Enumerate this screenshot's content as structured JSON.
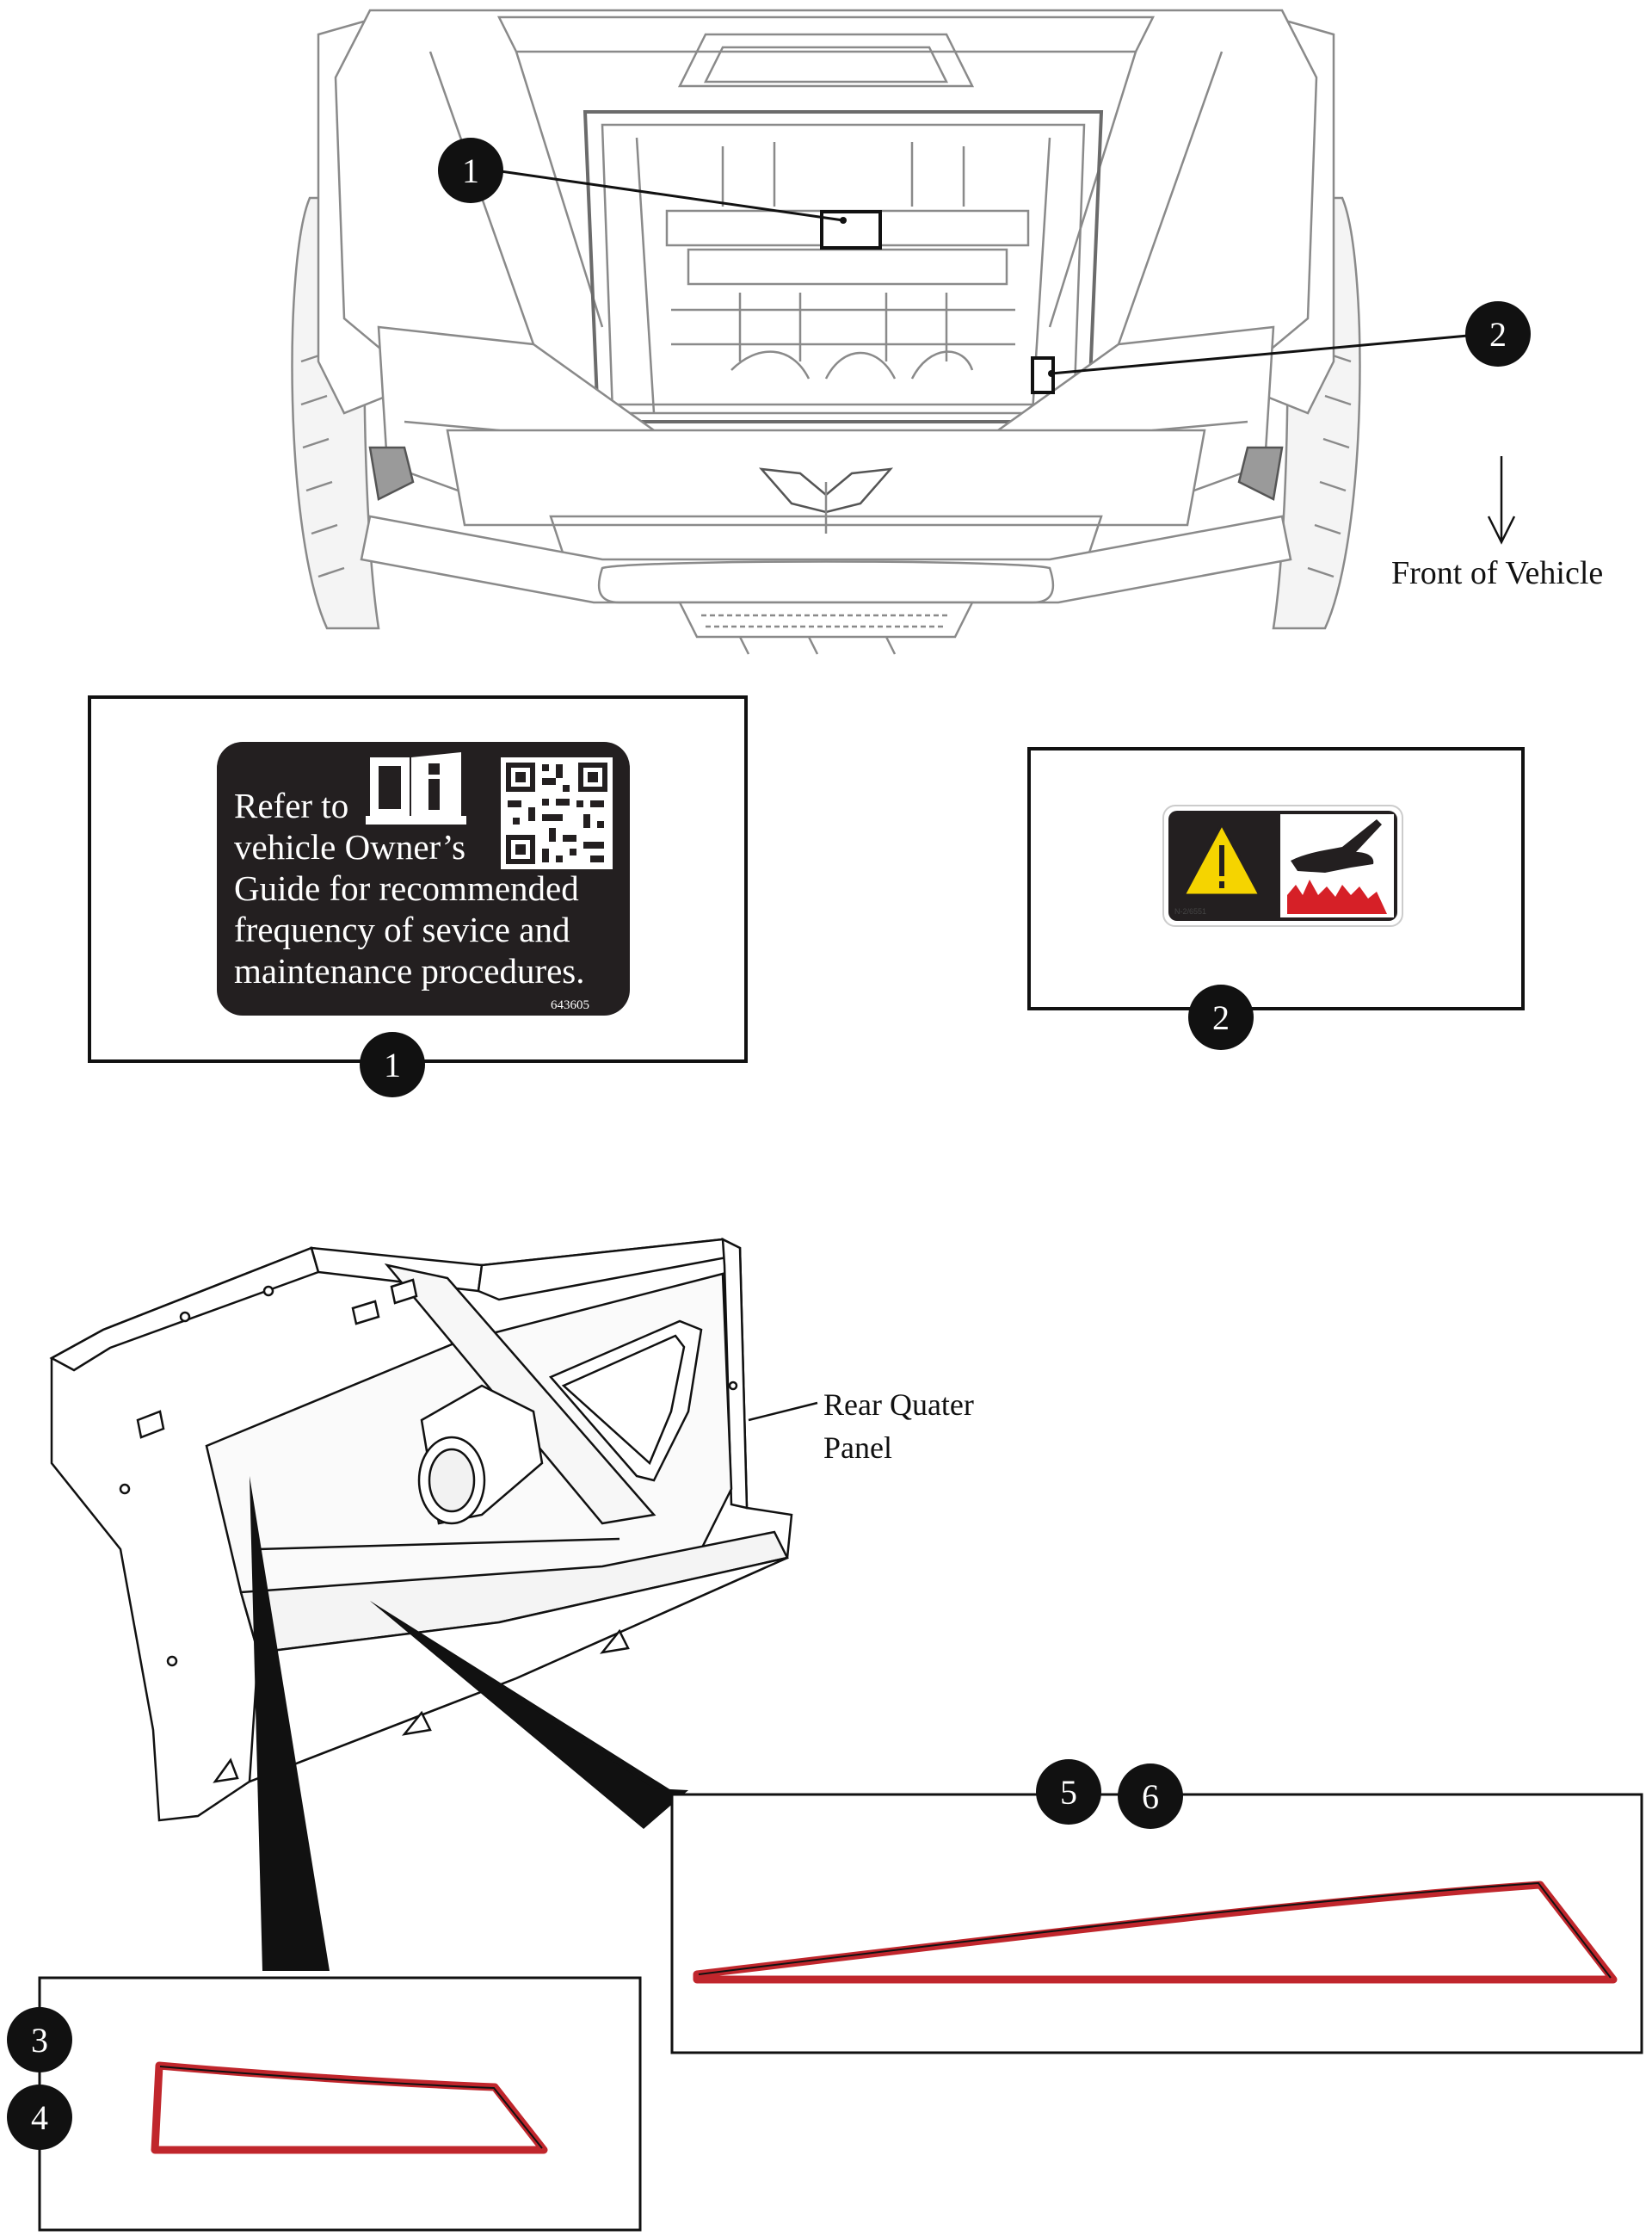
{
  "callouts": {
    "c1": "1",
    "c2": "2",
    "c3": "3",
    "c4": "4",
    "c5": "5",
    "c6": "6"
  },
  "labels": {
    "front_of_vehicle": "Front of Vehicle",
    "rear_panel_line1": "Rear Quater",
    "rear_panel_line2": "Panel"
  },
  "decal1": {
    "line1": "Refer to",
    "line2": "vehicle Owner’s",
    "line3": "Guide for recommended",
    "line4": "frequency of sevice and",
    "line5": "maintenance procedures.",
    "part_number": "643605",
    "icons": [
      "book-info-icon",
      "qr-code-icon"
    ]
  },
  "decal2": {
    "part_number": "N-2/6551",
    "icons": [
      "warning-triangle-icon",
      "hand-burn-icon"
    ]
  },
  "colors": {
    "outline": "#111111",
    "seal_red": "#c0262c",
    "decal_bg": "#231f20",
    "warning_yellow": "#f5d400",
    "burn_red": "#d62027"
  }
}
